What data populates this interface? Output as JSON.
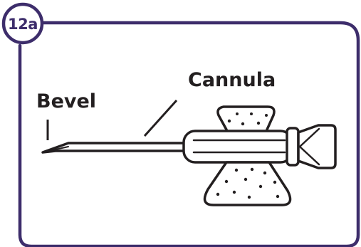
{
  "step": {
    "label": "12a"
  },
  "labels": {
    "bevel": "Bevel",
    "cannula": "Cannula"
  },
  "colors": {
    "frame": "#3d2d6b",
    "ink": "#231f20",
    "background": "#ffffff"
  },
  "icons": {
    "illustration": "butterfly-needle-icon"
  }
}
